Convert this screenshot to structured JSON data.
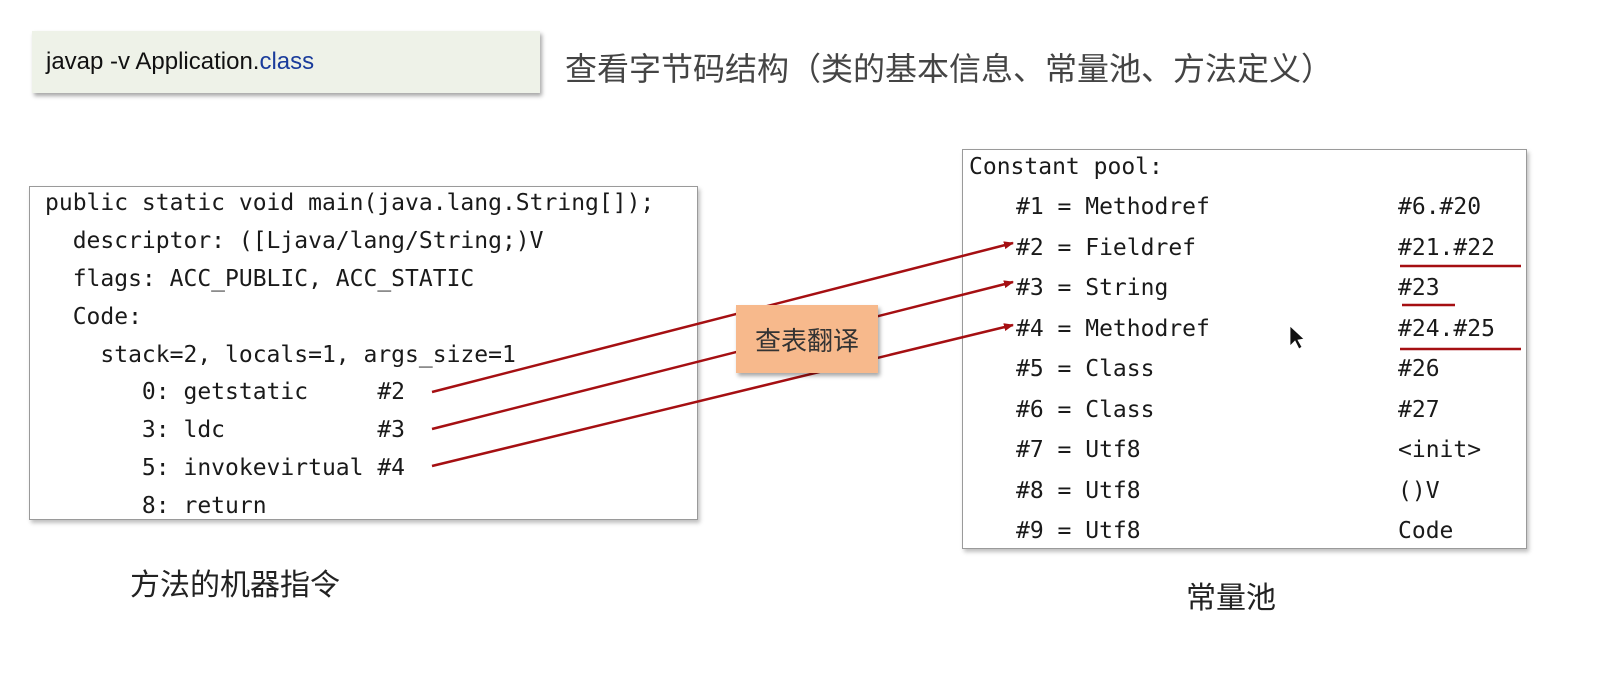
{
  "header": {
    "command_prefix": "javap -v Application.",
    "command_keyword": "class",
    "title": "查看字节码结构（类的基本信息、常量池、方法定义）"
  },
  "method_panel": {
    "lines": [
      "public static void main(java.lang.String[]);",
      "  descriptor: ([Ljava/lang/String;)V",
      "  flags: ACC_PUBLIC, ACC_STATIC",
      "  Code:",
      "    stack=2, locals=1, args_size=1",
      "       0: getstatic     #2",
      "       3: ldc           #3",
      "       5: invokevirtual #4",
      "       8: return"
    ],
    "caption": "方法的机器指令"
  },
  "lookup_label": "查表翻译",
  "pool_panel": {
    "title": "Constant pool:",
    "entries": [
      {
        "ref": "#1 = Methodref",
        "value": "#6.#20"
      },
      {
        "ref": "#2 = Fieldref",
        "value": "#21.#22"
      },
      {
        "ref": "#3 = String",
        "value": "#23"
      },
      {
        "ref": "#4 = Methodref",
        "value": "#24.#25"
      },
      {
        "ref": "#5 = Class",
        "value": "#26"
      },
      {
        "ref": "#6 = Class",
        "value": "#27"
      },
      {
        "ref": "#7 = Utf8",
        "value": "<init>"
      },
      {
        "ref": "#8 = Utf8",
        "value": "()V"
      },
      {
        "ref": "#9 = Utf8",
        "value": "Code"
      }
    ],
    "caption": "常量池"
  },
  "colors": {
    "arrow": "#a50f12",
    "lookup_box": "#f7b98c",
    "command_box": "#eef2e8",
    "command_keyword": "#1a3c9b"
  }
}
